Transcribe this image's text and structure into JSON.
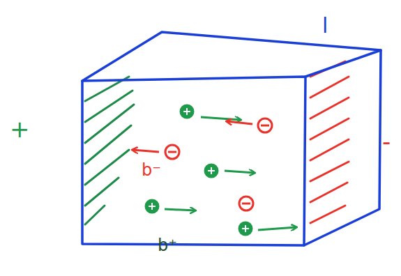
{
  "diagram": {
    "labels": [
      "l",
      "+",
      "-",
      "b⁻",
      "b⁺"
    ]
  }
}
